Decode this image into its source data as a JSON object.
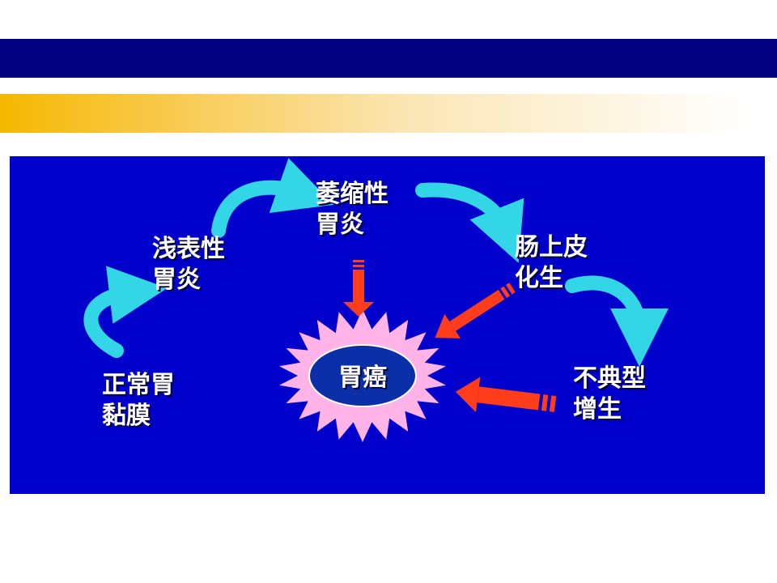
{
  "diagram": {
    "center": "胃癌",
    "stages": [
      {
        "id": "normal",
        "lines": [
          "正常胃",
          "黏膜"
        ]
      },
      {
        "id": "superficial",
        "lines": [
          "浅表性",
          "胃炎"
        ]
      },
      {
        "id": "atrophic",
        "lines": [
          "萎缩性",
          "胃炎"
        ]
      },
      {
        "id": "metaplasia",
        "lines": [
          "肠上皮",
          "化生"
        ]
      },
      {
        "id": "dysplasia",
        "lines": [
          "不典型",
          "增生"
        ]
      }
    ],
    "colors": {
      "background": "#0000cc",
      "progression_arrow": "#33d6e6",
      "cancer_arrow": "#ff3d1a",
      "starburst": "#ffb3e6",
      "center_ellipse": "#0a2fa8"
    }
  }
}
